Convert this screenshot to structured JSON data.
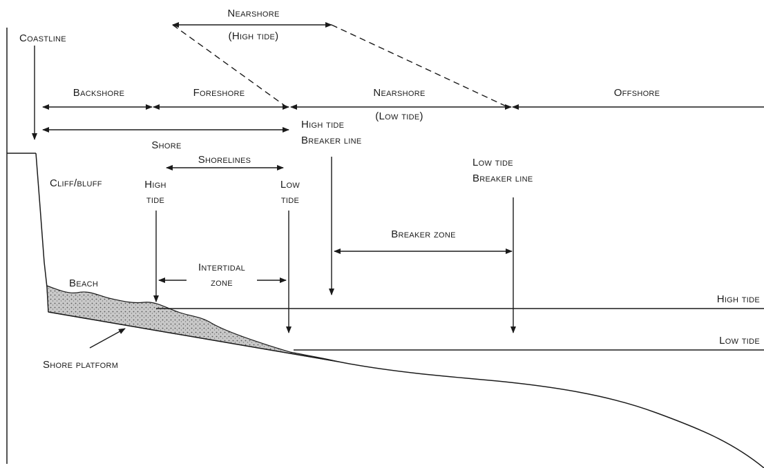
{
  "labels": {
    "coastline": "Coastline",
    "nearshore_high_1": "Nearshore",
    "nearshore_high_2": "(High tide)",
    "backshore": "Backshore",
    "foreshore": "Foreshore",
    "nearshore_low_1": "Nearshore",
    "nearshore_low_2": "(Low tide)",
    "offshore": "Offshore",
    "shore": "Shore",
    "high_tide_breaker_1": "High tide",
    "high_tide_breaker_2": "Breaker line",
    "shorelines": "Shorelines",
    "cliff_bluff": "Cliff/bluff",
    "high_tide_sl_1": "High",
    "high_tide_sl_2": "tide",
    "low_tide_sl_1": "Low",
    "low_tide_sl_2": "tide",
    "low_tide_breaker_1": "Low tide",
    "low_tide_breaker_2": "Breaker line",
    "breaker_zone": "Breaker zone",
    "intertidal_1": "Intertidal",
    "intertidal_2": "zone",
    "beach": "Beach",
    "high_tide_level": "High tide",
    "low_tide_level": "Low tide",
    "shore_platform": "Shore platform"
  },
  "colors": {
    "line": "#1a1a1a",
    "sediment": "#9a9a9a"
  }
}
